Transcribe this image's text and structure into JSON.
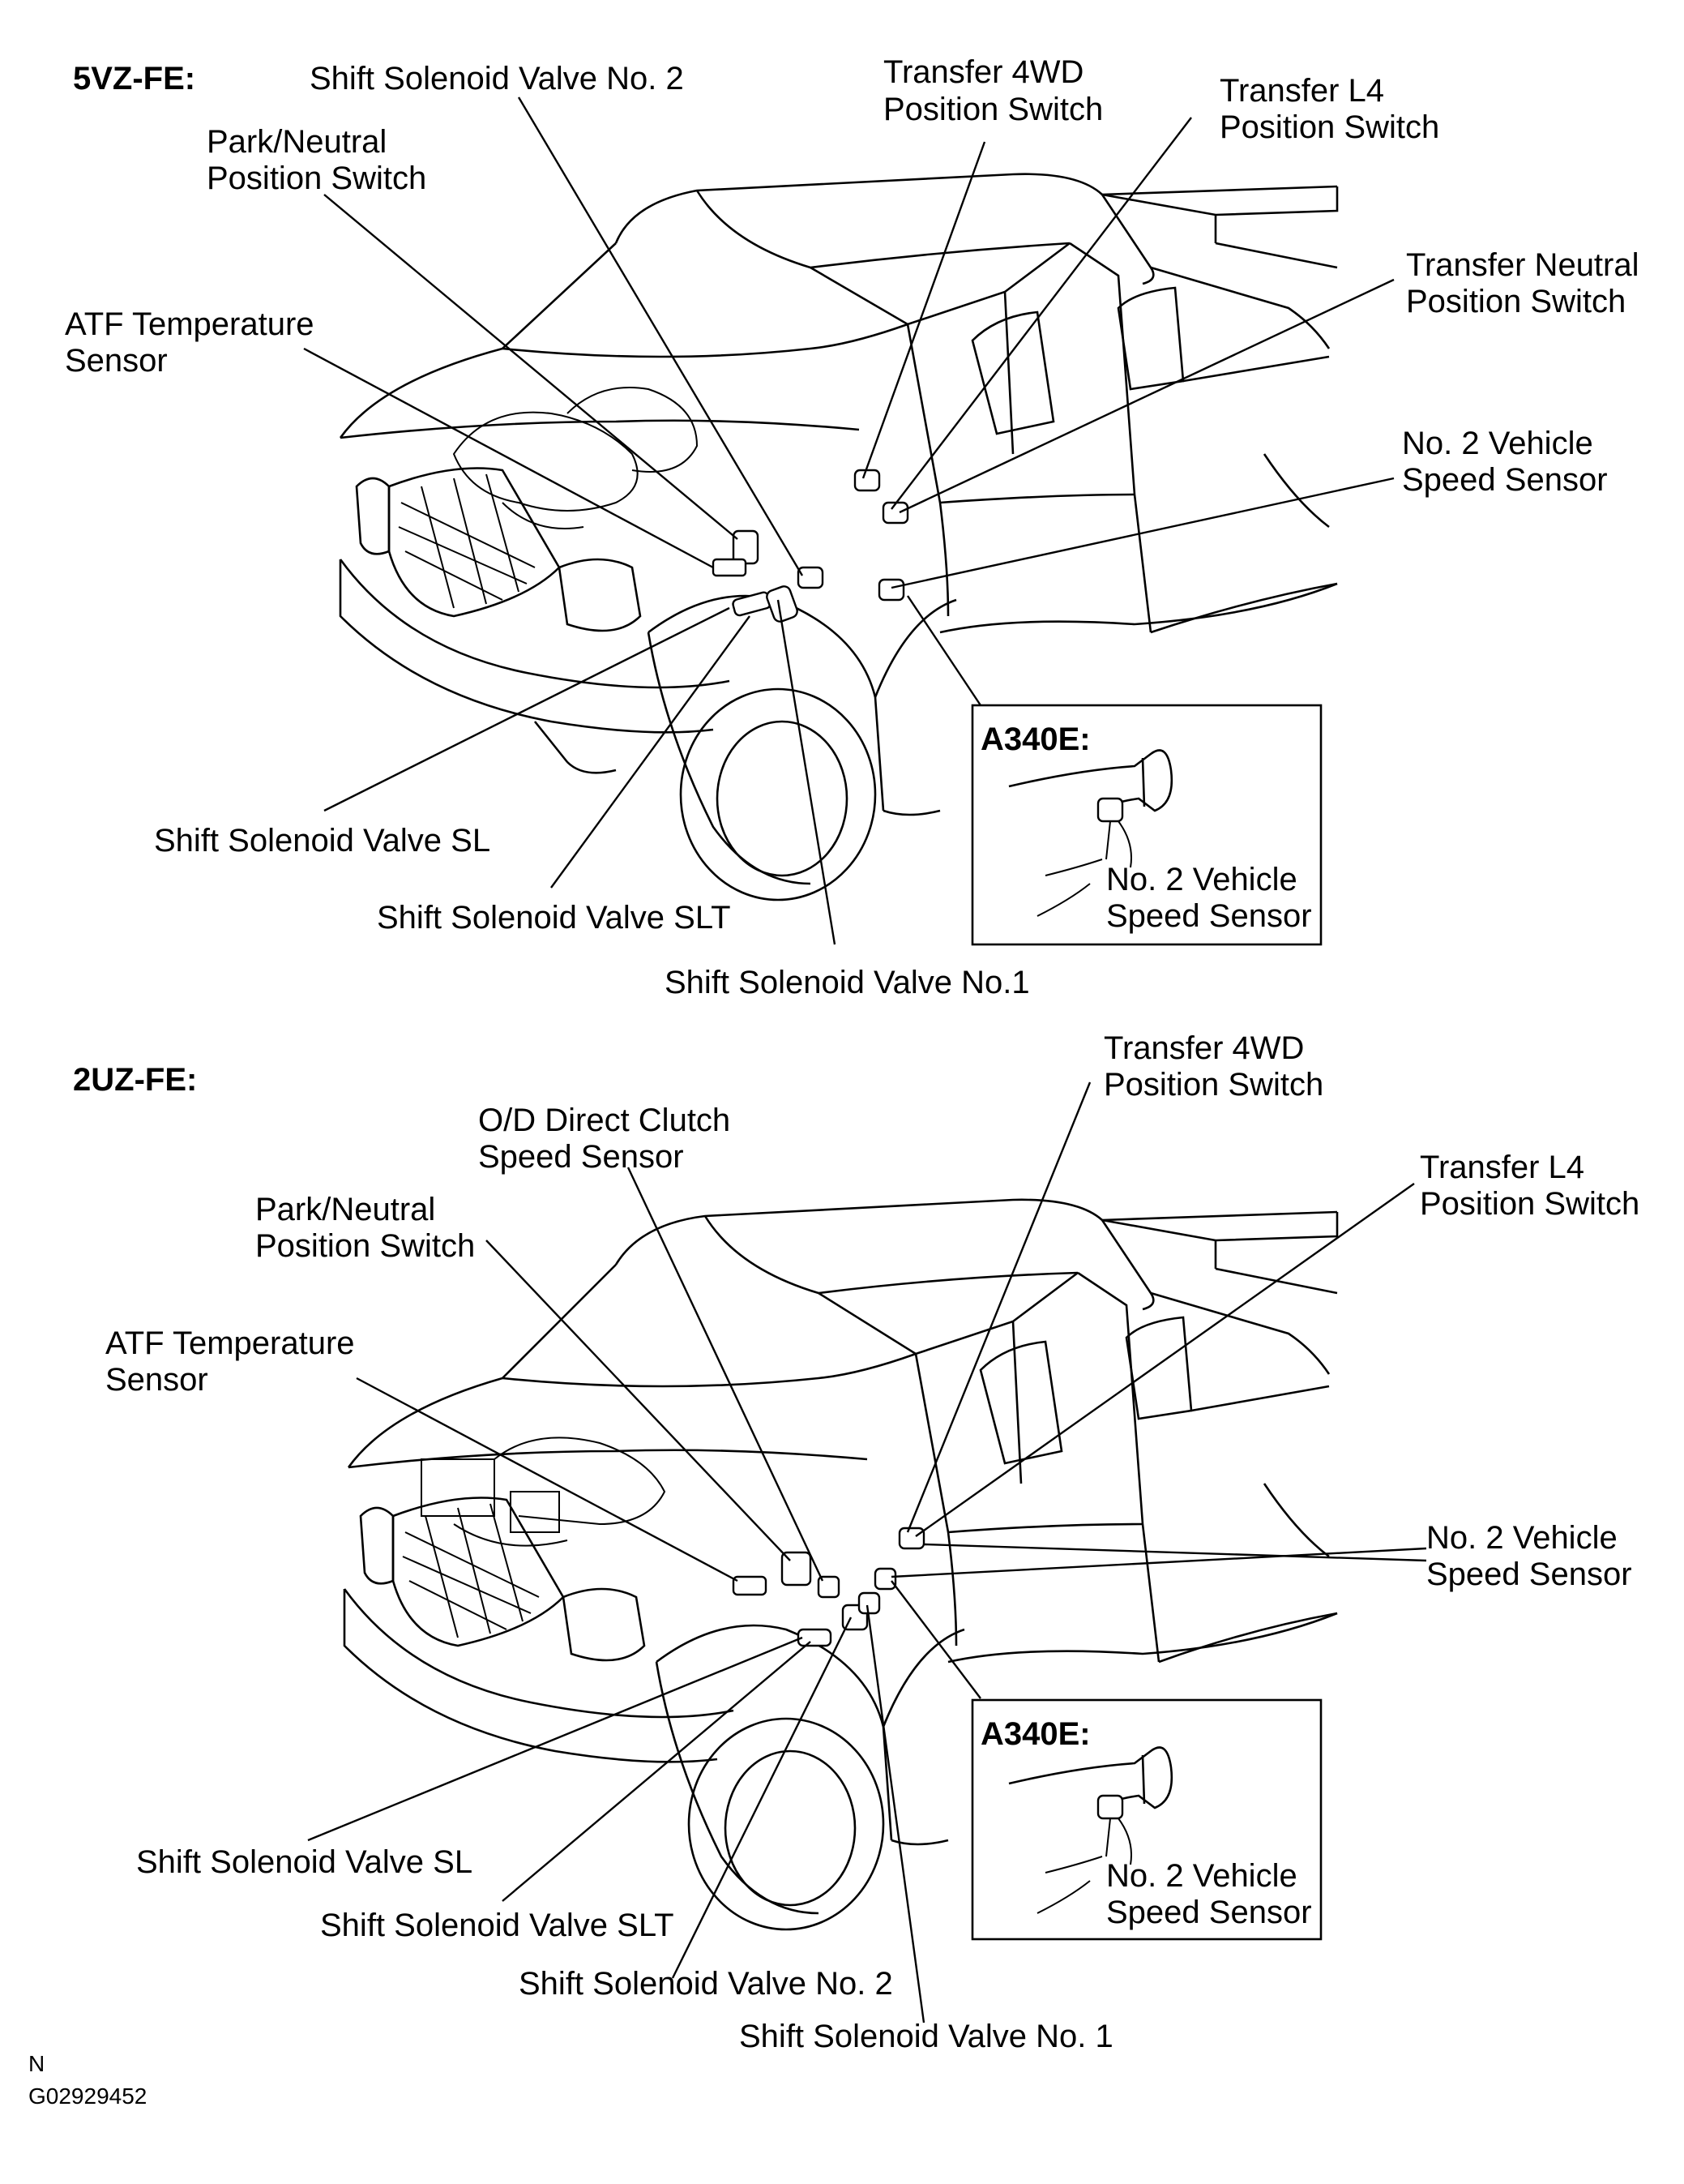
{
  "diagrams": [
    {
      "engine": "5VZ-FE:",
      "labels": {
        "shift_solenoid_no2": "Shift Solenoid Valve No. 2",
        "transfer_4wd_1": "Transfer 4WD",
        "transfer_4wd_2": "Position Switch",
        "transfer_l4_1": "Transfer L4",
        "transfer_l4_2": "Position Switch",
        "park_neutral_1": "Park/Neutral",
        "park_neutral_2": "Position Switch",
        "transfer_neutral_1": "Transfer Neutral",
        "transfer_neutral_2": "Position Switch",
        "atf_temp_1": "ATF Temperature",
        "atf_temp_2": "Sensor",
        "no2_speed_1": "No. 2 Vehicle",
        "no2_speed_2": "Speed Sensor",
        "shift_solenoid_sl": "Shift Solenoid Valve SL",
        "shift_solenoid_slt": "Shift Solenoid Valve SLT",
        "shift_solenoid_no1": "Shift Solenoid Valve No.1"
      },
      "inset": {
        "title": "A340E:",
        "label_1": "No. 2 Vehicle",
        "label_2": "Speed Sensor"
      }
    },
    {
      "engine": "2UZ-FE:",
      "labels": {
        "transfer_4wd_1": "Transfer 4WD",
        "transfer_4wd_2": "Position Switch",
        "od_clutch_1": "O/D Direct Clutch",
        "od_clutch_2": "Speed Sensor",
        "transfer_l4_1": "Transfer L4",
        "transfer_l4_2": "Position Switch",
        "park_neutral_1": "Park/Neutral",
        "park_neutral_2": "Position Switch",
        "atf_temp_1": "ATF Temperature",
        "atf_temp_2": "Sensor",
        "no2_speed_1": "No. 2 Vehicle",
        "no2_speed_2": "Speed Sensor",
        "shift_solenoid_sl": "Shift Solenoid Valve SL",
        "shift_solenoid_slt": "Shift Solenoid Valve SLT",
        "shift_solenoid_no2": "Shift Solenoid Valve No. 2",
        "shift_solenoid_no1": "Shift Solenoid Valve No. 1"
      },
      "inset": {
        "title": "A340E:",
        "label_1": "No. 2 Vehicle",
        "label_2": "Speed Sensor"
      }
    }
  ],
  "footer": {
    "mark": "N",
    "code": "G02929452"
  }
}
